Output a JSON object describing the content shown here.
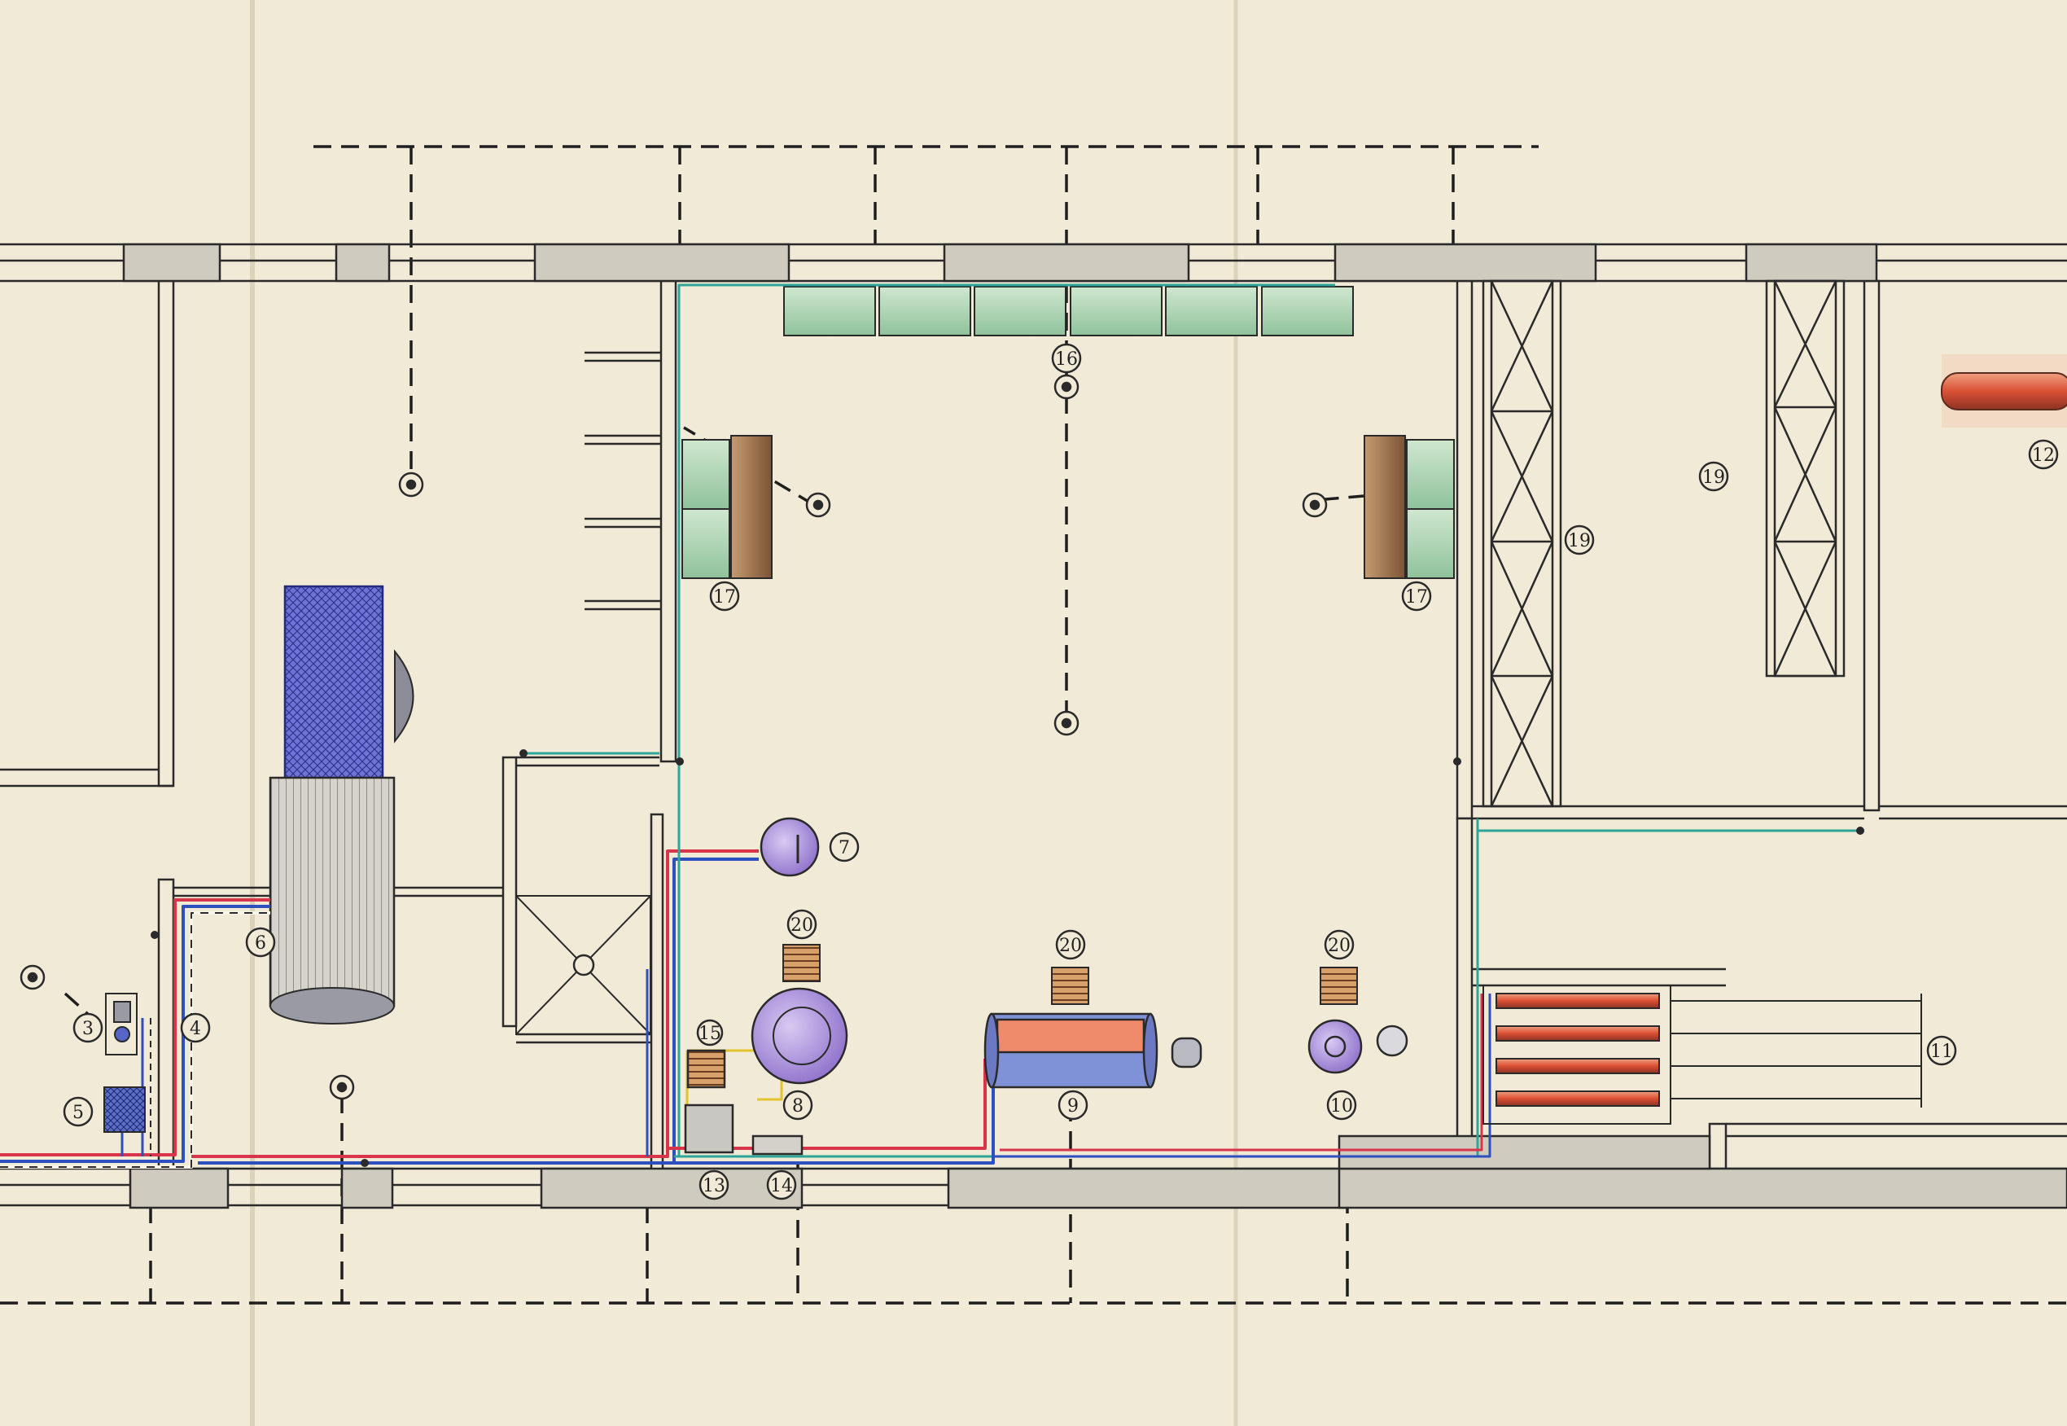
{
  "drawing": {
    "labels": [
      {
        "id": "3",
        "text": "3"
      },
      {
        "id": "4",
        "text": "4"
      },
      {
        "id": "5",
        "text": "5"
      },
      {
        "id": "6",
        "text": "6"
      },
      {
        "id": "7",
        "text": "7"
      },
      {
        "id": "8",
        "text": "8"
      },
      {
        "id": "9",
        "text": "9"
      },
      {
        "id": "10",
        "text": "10"
      },
      {
        "id": "11",
        "text": "11"
      },
      {
        "id": "12",
        "text": "12"
      },
      {
        "id": "13",
        "text": "13"
      },
      {
        "id": "14",
        "text": "14"
      },
      {
        "id": "15",
        "text": "15"
      },
      {
        "id": "16",
        "text": "16"
      },
      {
        "id": "17a",
        "text": "17"
      },
      {
        "id": "17b",
        "text": "17"
      },
      {
        "id": "19a",
        "text": "19"
      },
      {
        "id": "19b",
        "text": "19"
      },
      {
        "id": "20a",
        "text": "20"
      },
      {
        "id": "20b",
        "text": "20"
      },
      {
        "id": "20c",
        "text": "20"
      }
    ],
    "colors": {
      "paper": "#f1ead6",
      "wall_fill": "#cfcbbf",
      "line": "#2a2a2a",
      "pipe_red": "#d8344a",
      "pipe_blue": "#2e4fbf",
      "pipe_teal": "#2fa59a",
      "pipe_yellow": "#e2c32c",
      "tank_blue": "#5a62c9",
      "vessel_purple": "#a98fd9",
      "roller_red": "#e0664a",
      "cabinet_green": "#a9d2b0",
      "cabinet_brown": "#a37a55"
    }
  }
}
